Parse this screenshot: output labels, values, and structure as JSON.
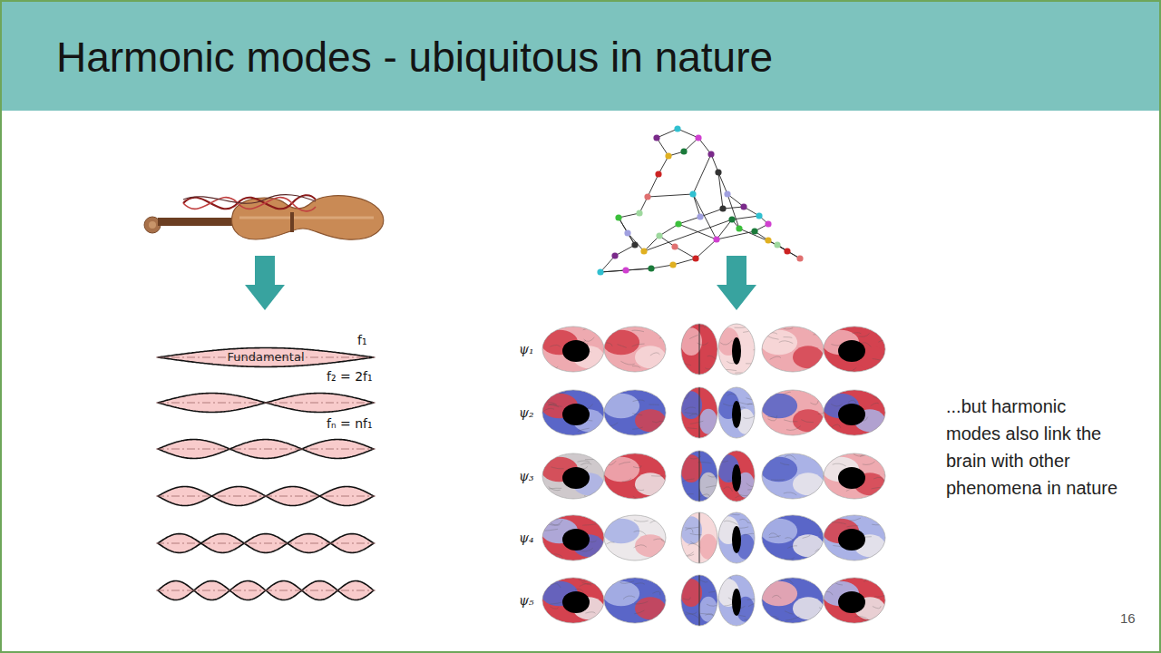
{
  "diagram": {
    "title": "Harmonic modes - ubiquitous in nature",
    "nodes": [
      {
        "text": [
          "Fundamental",
          "f₁"
        ]
      }
    ],
    "labels": [
      "f₂ = 2f₁",
      "fₙ = nf₁",
      "ψ₁",
      "ψ₂",
      "ψ₃",
      "ψ₄",
      "ψ₅",
      "...but harmonic modes also link the brain with other phenomena in nature",
      "16"
    ]
  }
}
